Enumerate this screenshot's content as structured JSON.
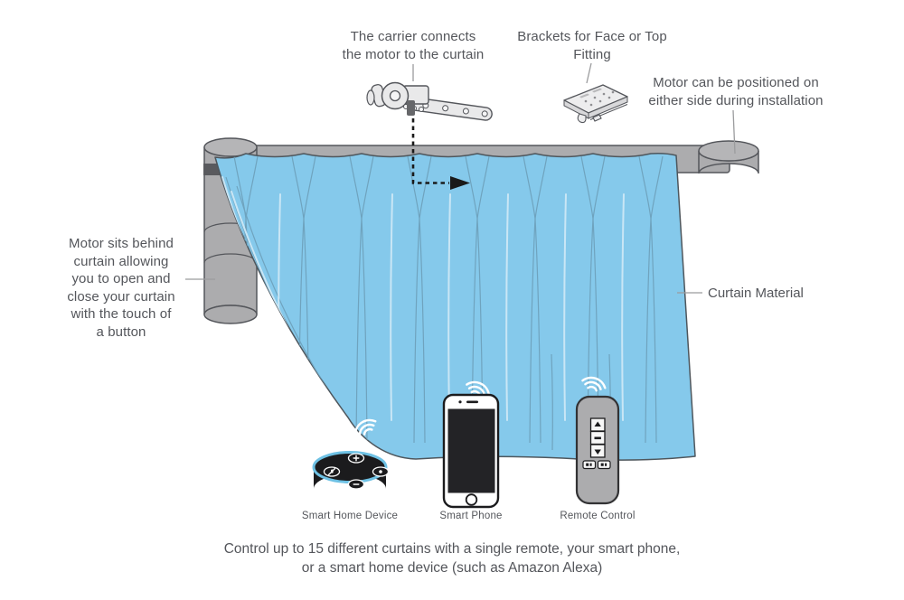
{
  "annotations": {
    "carrier": [
      "The carrier connects",
      "the motor to the curtain"
    ],
    "brackets": [
      "Brackets for Face or Top",
      "Fitting"
    ],
    "motor_position": [
      "Motor can be positioned on",
      "either side during installation"
    ],
    "motor_behind": [
      "Motor sits behind",
      "curtain allowing",
      "you to open and",
      "close your curtain",
      "with the touch of",
      "a button"
    ],
    "curtain_material": "Curtain Material"
  },
  "device_labels": {
    "smart_home": "Smart Home Device",
    "smart_phone": "Smart Phone",
    "remote": "Remote Control"
  },
  "caption": [
    "Control up to 15 different curtains with a single remote, your smart phone,",
    "or a smart home device (such as Amazon Alexa)"
  ],
  "icons": {
    "wifi_signal": "three concentric arcs",
    "up_arrow_button": "triangle-up",
    "stop_button": "dash",
    "down_arrow_button": "triangle-down",
    "plus_button": "plus",
    "minus_button": "minus",
    "mic_mute_button": "mic-with-slash",
    "action_button": "dot"
  },
  "colors": {
    "curtain": "#85C9EB",
    "curtain_fold": "#6FA3BE",
    "curtain_highlight": "#C9E6F5",
    "hardware_gray": "#ACACAE",
    "hardware_light": "#EDEDEE",
    "outline": "#54565B",
    "text": "#54565B",
    "echo_ring": "#6EC1E4",
    "device_black": "#1B1B1D",
    "white": "#FFFFFF"
  }
}
